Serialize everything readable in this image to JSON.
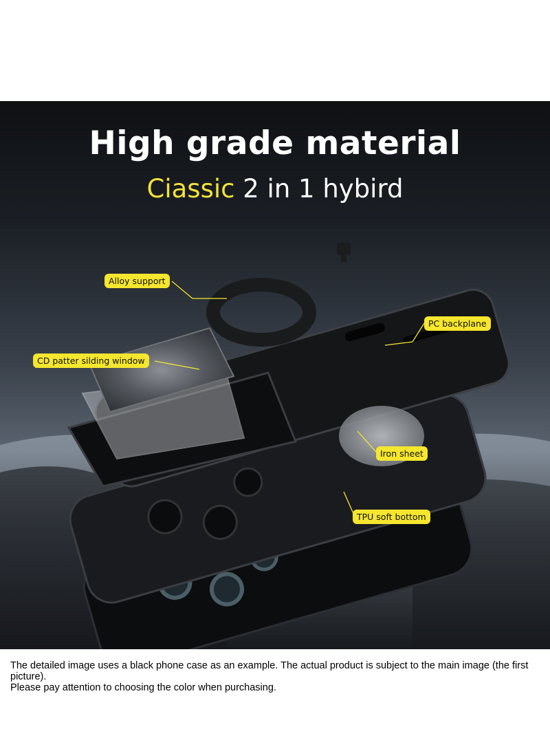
{
  "poster": {
    "title": "High grade material",
    "subtitle_highlight": "Ciassic",
    "subtitle_rest": "2 in 1 hybird"
  },
  "labels": {
    "alloy_support": "Alloy support",
    "pc_backplane": "PC backplane",
    "cd_window": "CD patter silding window",
    "iron_sheet": "Iron sheet",
    "tpu_bottom": "TPU soft bottom"
  },
  "footer": {
    "line1": "The detailed image uses a black phone case as an example. The actual product is subject to the main image (the first picture).",
    "line2": "Please pay attention to choosing the color when purchasing."
  },
  "colors": {
    "highlight": "#f3e23a",
    "label_bg": "#f5e62e"
  }
}
